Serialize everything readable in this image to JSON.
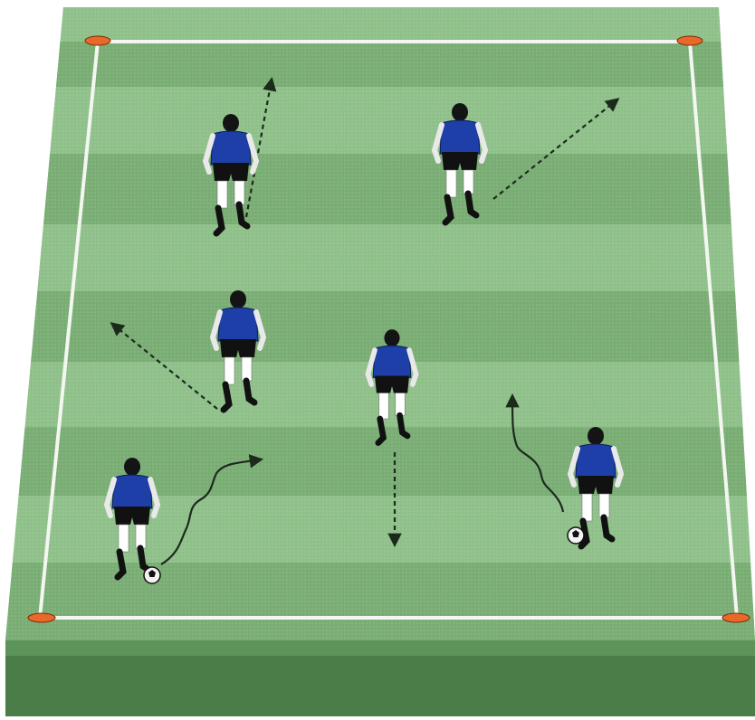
{
  "diagram": {
    "kind": "soccer-drill-field",
    "colors": {
      "grass_light": "#8fc08a",
      "grass_dark": "#79ad74",
      "base_front": "#5d9459",
      "base_bottom": "#4b7d48",
      "line": "#f4f6f2",
      "cone": "#e8692a",
      "shirt": "#1f3fa8",
      "shorts": "#111111",
      "socks": "#ffffff",
      "skin": "#141414",
      "arrow": "#1c2a1c"
    },
    "players": [
      {
        "id": "p1",
        "role": "runner",
        "movement": "dashed-run",
        "direction": "up"
      },
      {
        "id": "p2",
        "role": "runner",
        "movement": "dashed-run",
        "direction": "up-right"
      },
      {
        "id": "p3",
        "role": "runner",
        "movement": "dashed-run",
        "direction": "up-left"
      },
      {
        "id": "p4",
        "role": "center",
        "movement": "dashed-run",
        "direction": "down"
      },
      {
        "id": "p5",
        "role": "dribbler",
        "movement": "wavy-dribble",
        "direction": "up-right",
        "has_ball": true
      },
      {
        "id": "p6",
        "role": "dribbler",
        "movement": "wavy-dribble",
        "direction": "up",
        "has_ball": true
      }
    ],
    "cones": [
      "top-left",
      "top-right",
      "bottom-left",
      "bottom-right"
    ]
  }
}
